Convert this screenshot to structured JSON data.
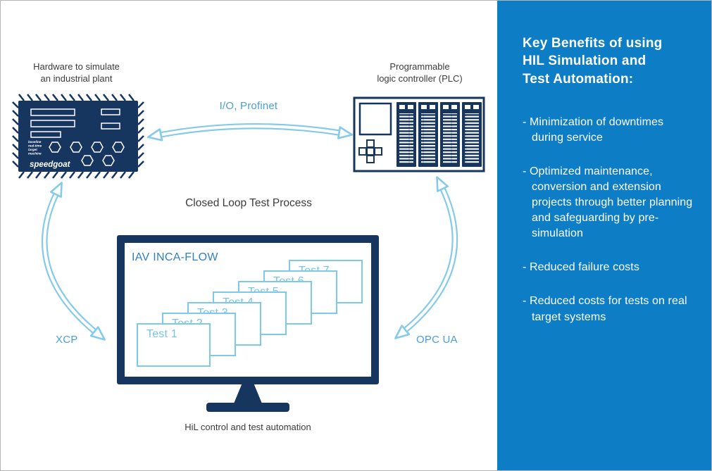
{
  "diagram": {
    "hw_label": "Hardware to simulate\nan industrial plant",
    "plc_label": "Programmable\nlogic controller (PLC)",
    "io_arrow_label": "I/O, Profinet",
    "closed_loop_label": "Closed Loop Test Process",
    "monitor_title": "IAV INCA-FLOW",
    "test_windows": [
      "Test 1",
      "Test 2",
      "Test 3",
      "Test 4",
      "Test 5",
      "Test 6",
      "Test 7"
    ],
    "xcp_label": "XCP",
    "opc_ua_label": "OPC UA",
    "caption": "HiL control and test automation",
    "speedgoat": {
      "brand": "speedgoat",
      "lines": [
        "baseline",
        "real-time",
        "target",
        "machine"
      ]
    }
  },
  "benefits_panel": {
    "title": "Key Benefits of using\nHIL Simulation and\nTest Automation:",
    "items": [
      "- Minimization of downtimes during service",
      "- Optimized maintenance, conversion and extension projects through better planning and safeguarding by pre-simulation",
      "- Reduced failure costs",
      "- Reduced costs for tests on real target systems"
    ]
  },
  "colors": {
    "panel_blue": "#0d7ec6",
    "navy": "#16355f",
    "arrow_blue": "#85cbe9",
    "label_blue": "#4aa0d6"
  }
}
